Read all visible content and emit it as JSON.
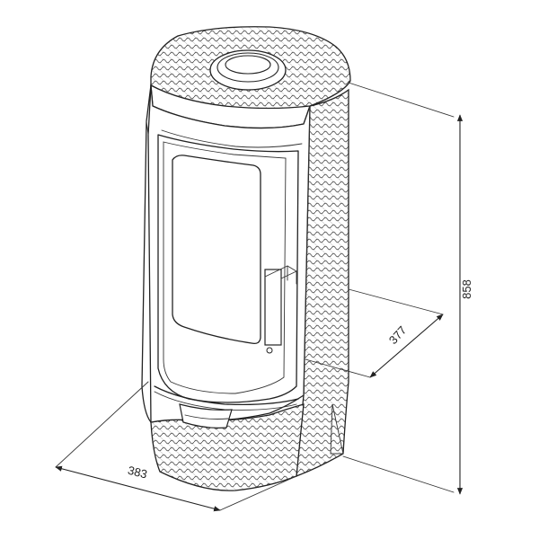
{
  "dimensions": {
    "height": "858",
    "depth": "377",
    "width": "383"
  },
  "colors": {
    "line": "#222222",
    "background": "#ffffff",
    "glass": "#ffffff",
    "texture": "#8a8a8a"
  }
}
